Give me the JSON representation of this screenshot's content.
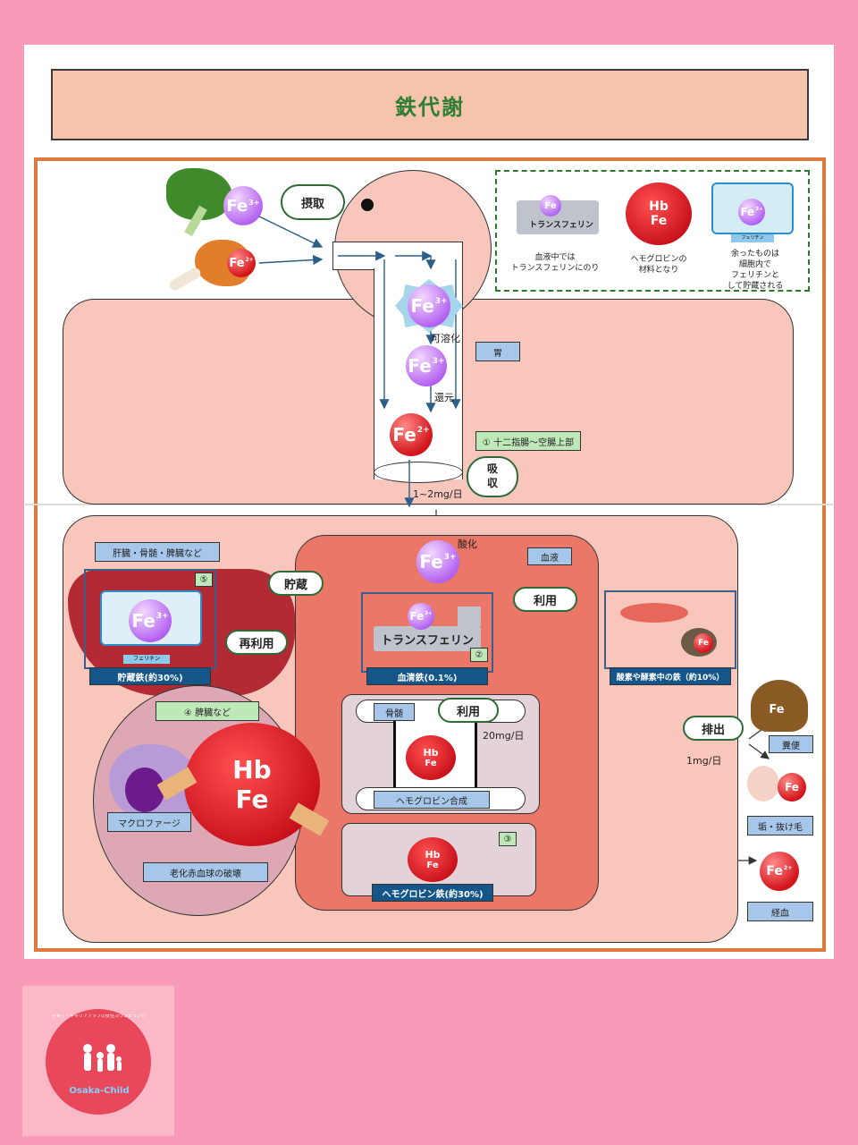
{
  "title": "鉄代謝",
  "bubbles": {
    "intake": "摂取",
    "absorb": "吸\n収",
    "storage": "貯蔵",
    "reuse": "再利用",
    "use1": "利用",
    "use2": "利用",
    "excretion": "排出"
  },
  "legend": {
    "transferrin_caption": "血液中では\nトランスフェリンにのり",
    "transferrin_name": "トランスフェリン",
    "hemoglobin_caption": "ヘモグロビンの\n材料となり",
    "ferritin_caption": "余ったものは\n細胞内で\nフェリチンと\nして貯蔵される",
    "ferritin_tag": "フェリチン"
  },
  "steps": {
    "solubilize": "可溶化",
    "reduce": "還元",
    "oxidize": "酸化",
    "absorb_rate": "1~2mg/日",
    "bone_rate": "20mg/日",
    "excretion_rate": "1mg/日"
  },
  "labels": {
    "stomach": "胃",
    "duodenum": "① 十二指腸～空腸上部",
    "blood": "血液",
    "organs": "肝臓・骨髄・脾臓など",
    "five": "⑤",
    "ferritin": "フェリチン",
    "storage_iron": "貯蔵鉄(約30%)",
    "transferrin": "トランスフェリン",
    "two": "②",
    "serum_iron": "血清鉄(0.1%)",
    "enzyme_iron": "酸素や酵素中の鉄（約10%）",
    "spleen": "④ 脾臓など",
    "macrophage": "マクロファージ",
    "destruction": "老化赤血球の破壊",
    "bone_marrow": "骨髄",
    "hb_synthesis": "ヘモグロビン合成",
    "three": "③",
    "hb_iron": "ヘモグロビン鉄(約30%)",
    "feces": "糞便",
    "hair": "垢・抜け毛",
    "menses": "経血"
  },
  "icons": {
    "fe": "Fe",
    "hb": "Hb"
  },
  "logo": {
    "arc_text": "子育て・キャリアアップの女性カウンセリング",
    "name": "Osaka-Child"
  }
}
